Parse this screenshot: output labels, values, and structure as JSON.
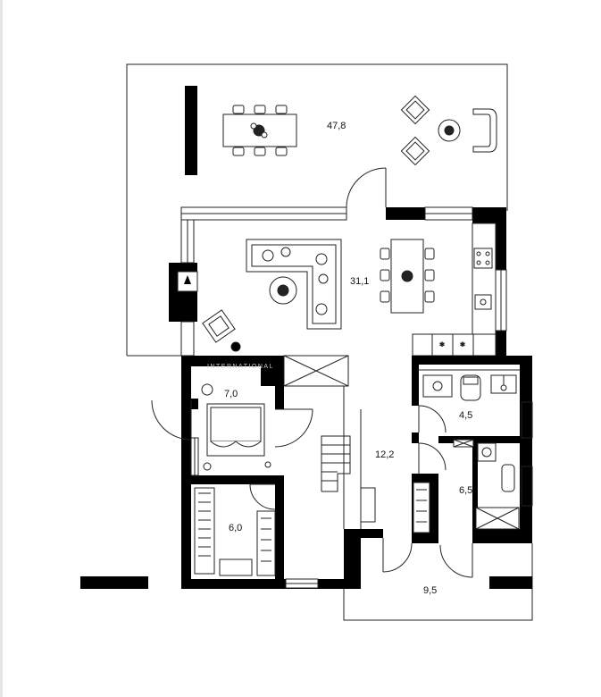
{
  "plan": {
    "watermark": "INTERNATIONAL",
    "rooms": [
      {
        "id": "terrace",
        "area": "47,8"
      },
      {
        "id": "living-kitchen",
        "area": "31,1"
      },
      {
        "id": "bedroom-1",
        "area": "7,0"
      },
      {
        "id": "hall",
        "area": "12,2"
      },
      {
        "id": "bathroom",
        "area": "4,5"
      },
      {
        "id": "utility",
        "area": "6,5"
      },
      {
        "id": "bedroom-2",
        "area": "6,0"
      },
      {
        "id": "porch",
        "area": "9,5"
      }
    ]
  },
  "colors": {
    "wall": "#000000",
    "line": "#222222",
    "background": "#ffffff"
  },
  "icons": [
    "door-swing-icon",
    "fireplace-icon",
    "dining-table-icon",
    "sofa-icon",
    "armchair-icon",
    "bed-icon",
    "toilet-icon",
    "sink-icon",
    "stove-icon",
    "stairs-icon",
    "wardrobe-icon"
  ]
}
